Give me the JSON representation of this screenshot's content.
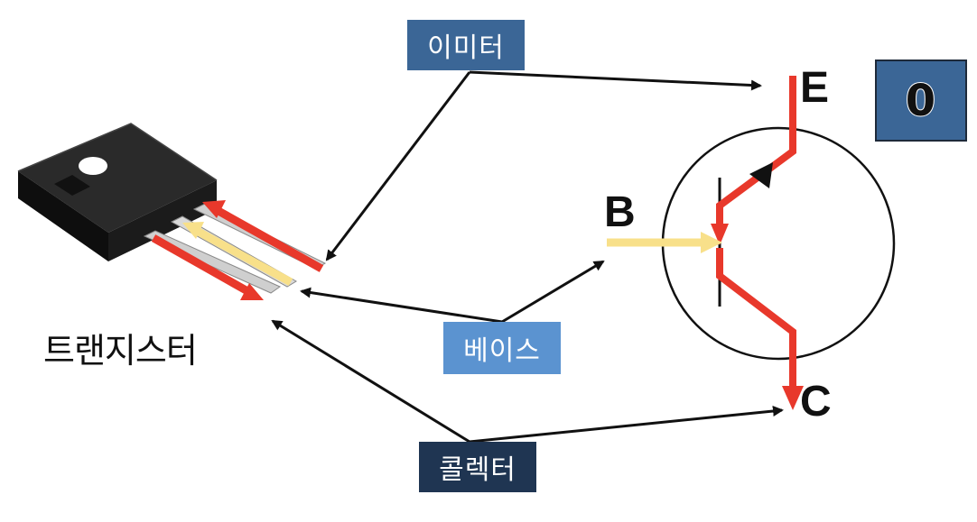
{
  "labels": {
    "emitter": "이미터",
    "base": "베이스",
    "collector": "콜렉터",
    "transistor": "트랜지스터"
  },
  "pins": {
    "emitter": "E",
    "base": "B",
    "collector": "C"
  },
  "counter": "0",
  "colors": {
    "emitter_box": "#3b6696",
    "base_box": "#5b93d0",
    "collector_box": "#1f3552",
    "flow_red": "#e8382b",
    "flow_yellow": "#f8e08a",
    "body_black": "#151515"
  }
}
